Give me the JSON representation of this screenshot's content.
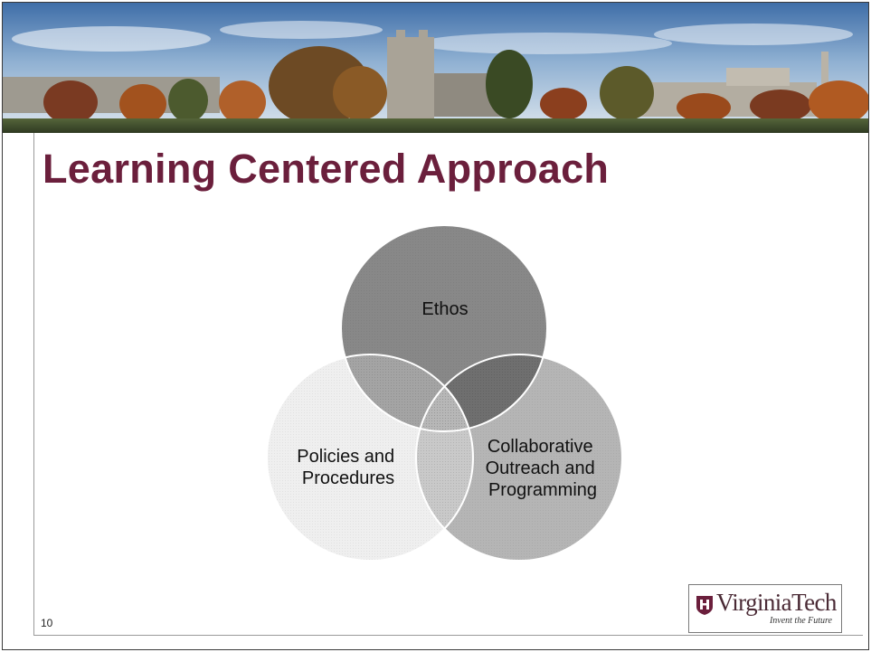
{
  "slide": {
    "title": "Learning Centered Approach",
    "page_number": "10"
  },
  "venn": {
    "circles": [
      {
        "id": "ethos",
        "label_lines": [
          "Ethos"
        ],
        "fill": "#8a8a8a"
      },
      {
        "id": "policies",
        "label_lines": [
          "Policies and",
          "Procedures"
        ],
        "fill": "#efefef"
      },
      {
        "id": "outreach",
        "label_lines": [
          "Collaborative",
          "Outreach and",
          "Programming"
        ],
        "fill": "#b8b8b8"
      }
    ]
  },
  "logo": {
    "name": "VirginiaTech",
    "tagline": "Invent the Future",
    "brand_color": "#6b1f3c"
  },
  "banner": {
    "description_icon": "campus-panorama-photo"
  },
  "colors": {
    "title": "#6b1f3c",
    "frame": "#9a9a9a"
  }
}
